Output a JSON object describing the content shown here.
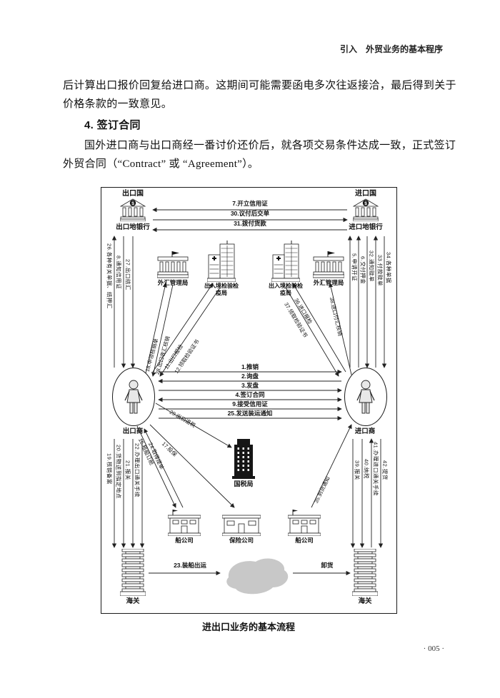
{
  "page": {
    "running_head": "引入　外贸业务的基本程序",
    "body": {
      "para1_line1": "后计算出口报价回复给进口商。这期间可能需要函电多次往返接洽，最后得到关于",
      "para1_line2": "价格条款的一致意见。",
      "heading": "4. 签订合同",
      "para2_line1": "国外进口商与出口商经一番讨价还价后，就各项交易条件达成一致，正式签订",
      "para2_line2": "外贸合同（“Contract” 或 “Agreement”）。"
    },
    "figure_caption": "进出口业务的基本流程",
    "page_number": "· 005 ·"
  },
  "diagram": {
    "export_country": "出口国",
    "import_country": "进口国",
    "export_bank": "出口地银行",
    "import_bank": "进口地银行",
    "currency_symbol": "$",
    "bank_flows": [
      "7.开立信用证",
      "30.议付后交单",
      "31.拨付货款"
    ],
    "exporter": "出口商",
    "importer": "进口商",
    "center_flows": [
      "1.推销",
      "2.询盘",
      "3.发盘",
      "4.签订合同",
      "9.接受信用证",
      "25.发送装运通知"
    ],
    "left_safe_bureau": "外汇管理局",
    "left_ciq_bureau": "出入境检验检疫局",
    "right_ciq_bureau": "出入境检验检疫局",
    "right_safe_bureau": "外汇管理局",
    "tax_bureau": "国税局",
    "ship_company_left": "船公司",
    "insurance_company": "保险公司",
    "ship_company_right": "船公司",
    "customs_left": "海关",
    "customs_right": "海关",
    "export_bank_flows": [
      "26.各种有关单据、结押汇",
      "8.通知信用证",
      "27.出口结汇"
    ],
    "import_bank_flows": [
      "5.申请开证",
      "6.交付押金",
      "32.通知赎单",
      "33.付款赎单",
      "34.各种单据"
    ],
    "export_safe_flows": [
      "18.申领核销单",
      "28.出口收汇核销"
    ],
    "export_ciq_flows": [
      "11.出口报检",
      "12.领取检验证书"
    ],
    "import_ciq_flows": [
      "36.进口报检",
      "37.领取检验证书"
    ],
    "import_safe_flows": [
      "38.进口付汇核销"
    ],
    "export_customs_flows": [
      "19.核销备案",
      "20.货物送到指定地点",
      "21.报关",
      "22.办理出口通关手续"
    ],
    "import_customs_flows": [
      "39.报关",
      "40.纳税",
      "41.办理进口通关手续",
      "42.提货"
    ],
    "export_ship_flows": [
      "16.租船订舱",
      "24.取得提单"
    ],
    "export_insurance_flows": [
      "17.投保"
    ],
    "export_tax_flows": [
      "29.出口退税"
    ],
    "import_ship_flows": [
      "35.到货通知"
    ],
    "shipment_flow": "23.装船出运",
    "unload_flow": "卸货"
  }
}
